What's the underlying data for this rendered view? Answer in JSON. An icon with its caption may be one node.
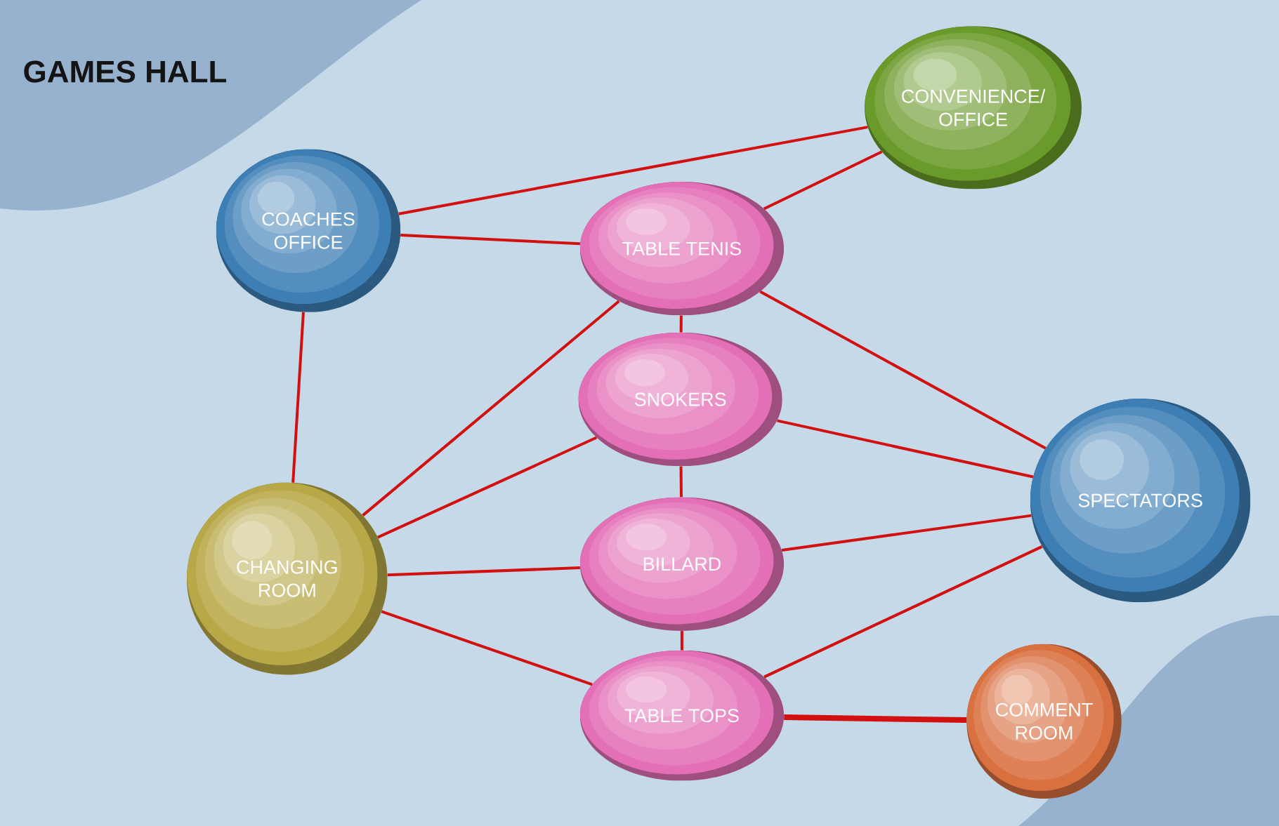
{
  "diagram": {
    "title": "GAMES HALL",
    "nodes": [
      {
        "text": [
          "COACHES OFFICE"
        ]
      },
      {
        "text": [
          "CONVENIENCE/ OFFICE"
        ]
      },
      {
        "text": [
          "TABLE TENIS"
        ]
      },
      {
        "text": [
          "SNOKERS"
        ]
      },
      {
        "text": [
          "BILLARD"
        ]
      },
      {
        "text": [
          "CHANGING ROOM"
        ]
      },
      {
        "text": [
          "TABLE TOPS"
        ]
      },
      {
        "text": [
          "SPECTATORS"
        ]
      },
      {
        "text": [
          "COMMENT ROOM"
        ]
      }
    ],
    "edges": [
      {
        "from": 0,
        "to": 1,
        "arrow": "none"
      },
      {
        "from": 0,
        "to": 2,
        "arrow": "none"
      },
      {
        "from": 0,
        "to": 5,
        "arrow": "none"
      },
      {
        "from": 2,
        "to": 1,
        "arrow": "none"
      },
      {
        "from": 2,
        "to": 3,
        "arrow": "none"
      },
      {
        "from": 2,
        "to": 5,
        "arrow": "none"
      },
      {
        "from": 2,
        "to": 7,
        "arrow": "none"
      },
      {
        "from": 3,
        "to": 5,
        "arrow": "none"
      },
      {
        "from": 3,
        "to": 4,
        "arrow": "none"
      },
      {
        "from": 3,
        "to": 7,
        "arrow": "none"
      },
      {
        "from": 4,
        "to": 5,
        "arrow": "none"
      },
      {
        "from": 4,
        "to": 6,
        "arrow": "none"
      },
      {
        "from": 4,
        "to": 7,
        "arrow": "none"
      },
      {
        "from": 5,
        "to": 6,
        "arrow": "none"
      },
      {
        "from": 6,
        "to": 7,
        "arrow": "none"
      },
      {
        "from": 6,
        "to": 8,
        "arrow": "none",
        "style": "thick"
      }
    ]
  }
}
